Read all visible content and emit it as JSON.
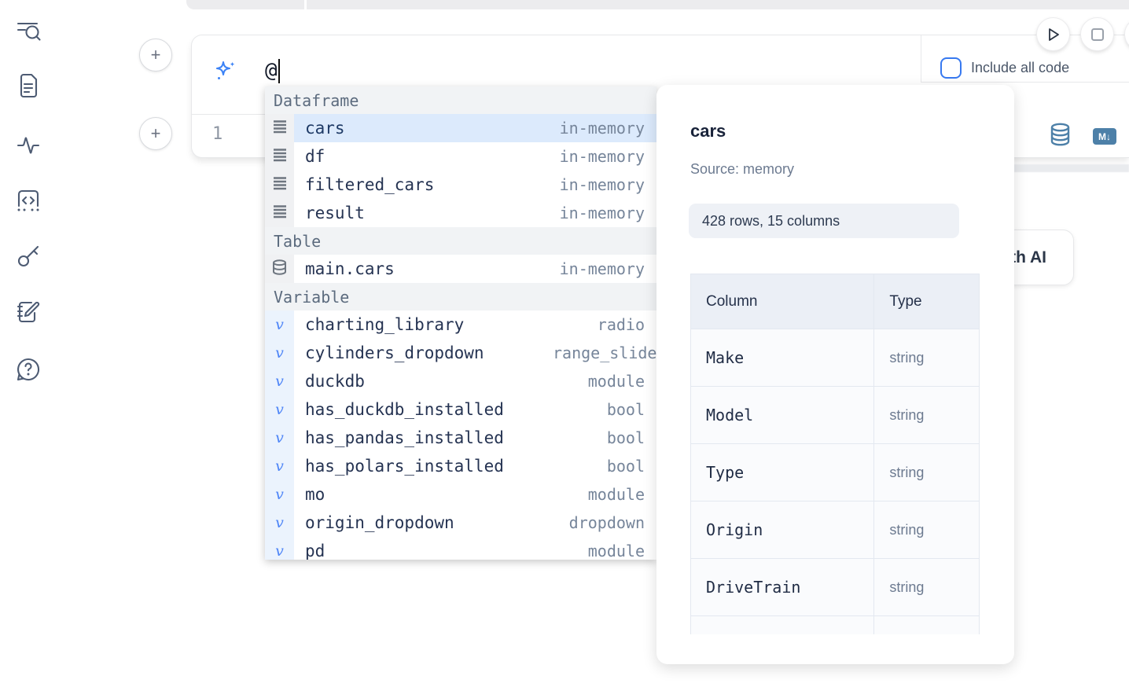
{
  "colors": {
    "accent_blue": "#3b82f6",
    "selection_blue": "#dceafc",
    "steel_blue": "#4d80a8",
    "section_gray": "#f1f3f5"
  },
  "sidebar": {
    "items": [
      {
        "icon": "toc-search-icon"
      },
      {
        "icon": "file-icon"
      },
      {
        "icon": "activity-icon"
      },
      {
        "icon": "snippets-code-icon"
      },
      {
        "icon": "key-icon"
      },
      {
        "icon": "scratchpad-icon"
      },
      {
        "icon": "help-chat-icon"
      }
    ]
  },
  "toolbar": {
    "run_button": "play-icon",
    "stop_button": "stop-icon"
  },
  "cell": {
    "ai_prompt_value": "@",
    "include_all_code_label": "Include all code",
    "include_all_code_checked": false,
    "line_number": "1",
    "icons": [
      "database-icon",
      "markdown-icon"
    ],
    "markdown_icon_text": "M↓"
  },
  "ai_card": {
    "visible_label": "with AI"
  },
  "autocomplete": {
    "sections": [
      {
        "label": "Dataframe",
        "kind": "data",
        "items": [
          {
            "name": "cars",
            "type": "in-memory",
            "selected": true
          },
          {
            "name": "df",
            "type": "in-memory",
            "selected": false
          },
          {
            "name": "filtered_cars",
            "type": "in-memory",
            "selected": false
          },
          {
            "name": "result",
            "type": "in-memory",
            "selected": false
          }
        ]
      },
      {
        "label": "Table",
        "kind": "table",
        "items": [
          {
            "name": "main.cars",
            "type": "in-memory",
            "selected": false
          }
        ]
      },
      {
        "label": "Variable",
        "kind": "var",
        "items": [
          {
            "name": "charting_library",
            "type": "radio",
            "selected": false
          },
          {
            "name": "cylinders_dropdown",
            "type": "range_slider",
            "selected": false,
            "clipped": true
          },
          {
            "name": "duckdb",
            "type": "module",
            "selected": false
          },
          {
            "name": "has_duckdb_installed",
            "type": "bool",
            "selected": false
          },
          {
            "name": "has_pandas_installed",
            "type": "bool",
            "selected": false
          },
          {
            "name": "has_polars_installed",
            "type": "bool",
            "selected": false
          },
          {
            "name": "mo",
            "type": "module",
            "selected": false
          },
          {
            "name": "origin_dropdown",
            "type": "dropdown",
            "selected": false
          },
          {
            "name": "pd",
            "type": "module",
            "selected": false
          }
        ]
      }
    ]
  },
  "preview_panel": {
    "title": "cars",
    "source": "Source: memory",
    "shape_badge": "428 rows, 15 columns",
    "table": {
      "headers": [
        "Column",
        "Type"
      ],
      "rows": [
        {
          "column": "Make",
          "type": "string"
        },
        {
          "column": "Model",
          "type": "string"
        },
        {
          "column": "Type",
          "type": "string"
        },
        {
          "column": "Origin",
          "type": "string"
        },
        {
          "column": "DriveTrain",
          "type": "string"
        },
        {
          "column": "",
          "type": ""
        }
      ]
    }
  }
}
